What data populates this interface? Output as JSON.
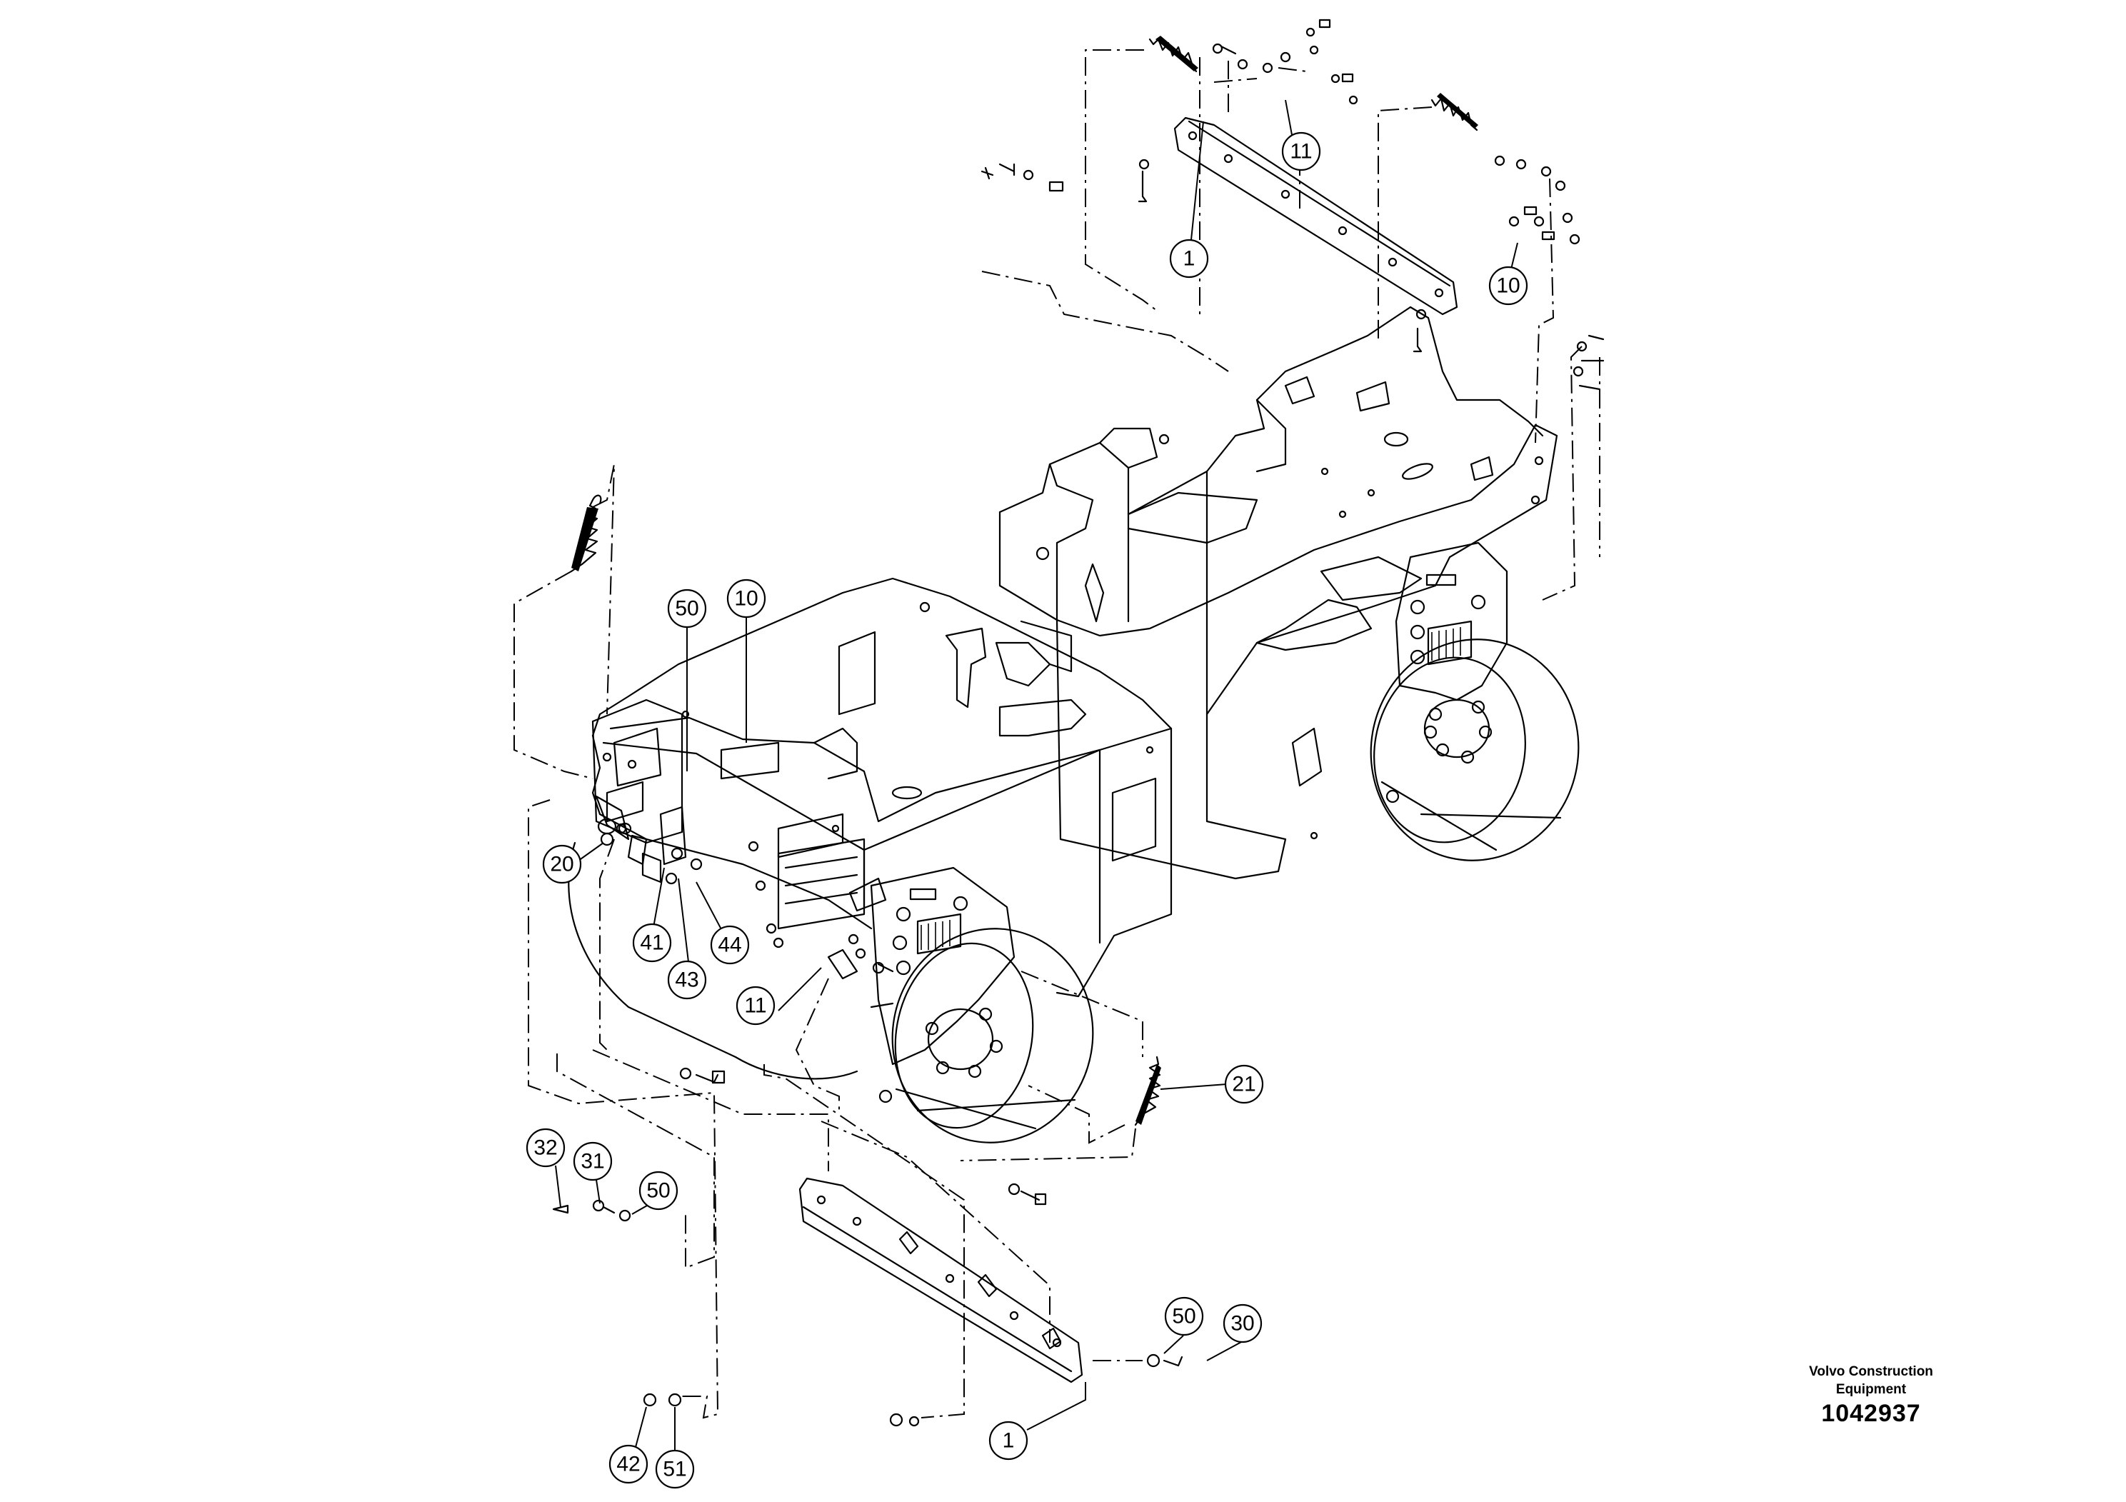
{
  "callouts": {
    "top_center_1": "1",
    "top_center_11": "11",
    "top_right_10": "10",
    "front_50": "50",
    "front_10": "10",
    "front_20": "20",
    "front_41": "41",
    "front_43": "43",
    "front_44": "44",
    "front_11": "11",
    "front_21": "21",
    "bottom_32": "32",
    "bottom_31": "31",
    "bottom_50a": "50",
    "bottom_50b": "50",
    "bottom_30": "30",
    "bottom_1": "1",
    "bottom_42": "42",
    "bottom_51": "51"
  },
  "footer": {
    "company": "Volvo Construction\nEquipment",
    "document_number": "1042937"
  }
}
